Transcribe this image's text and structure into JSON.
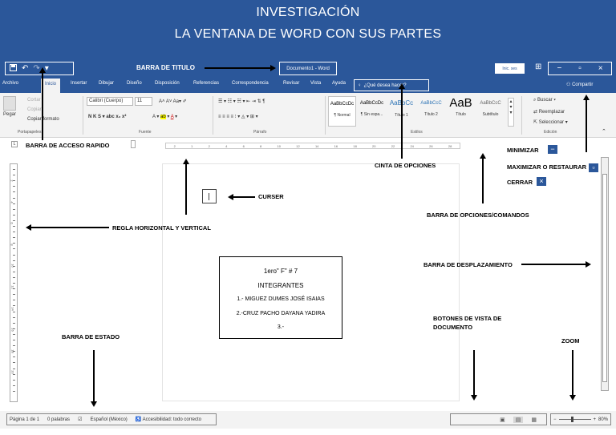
{
  "heading": {
    "line1": "INVESTIGACIÓN",
    "line2": "LA VENTANA DE WORD CON SUS PARTES"
  },
  "titlebar": {
    "qat_icons": [
      "save-icon",
      "undo-icon",
      "redo-icon",
      "customize-icon"
    ],
    "annotation": "BARRA DE TITULO",
    "document_name": "Documento1 - Word",
    "signin": "Inic. ses",
    "window_controls": [
      "−",
      "▫",
      "×"
    ]
  },
  "tabs": [
    {
      "label": "Archivo",
      "active": false
    },
    {
      "label": "Inicio",
      "active": true
    },
    {
      "label": "Insertar",
      "active": false
    },
    {
      "label": "Dibujar",
      "active": false
    },
    {
      "label": "Diseño",
      "active": false
    },
    {
      "label": "Disposición",
      "active": false
    },
    {
      "label": "Referencias",
      "active": false
    },
    {
      "label": "Correspondencia",
      "active": false
    },
    {
      "label": "Revisar",
      "active": false
    },
    {
      "label": "Vista",
      "active": false
    },
    {
      "label": "Ayuda",
      "active": false
    }
  ],
  "tellme": "¿Qué desea hacer?",
  "share": "Compartir",
  "ribbon": {
    "clipboard": {
      "paste": "Pegar",
      "cut": "Cortar",
      "copy": "Copiar",
      "format": "Copiar formato",
      "label": "Portapapeles"
    },
    "font": {
      "family": "Calibri (Cuerpo)",
      "size": "11",
      "label": "Fuente"
    },
    "paragraph": {
      "label": "Párrafo"
    },
    "styles": {
      "label": "Estilos",
      "items": [
        {
          "sample": "AaBbCcDc",
          "name": "¶ Normal"
        },
        {
          "sample": "AaBbCcDc",
          "name": "¶ Sin espa..."
        },
        {
          "sample": "AaBbCc",
          "name": "Título 1"
        },
        {
          "sample": "AaBbCcC",
          "name": "Título 2"
        },
        {
          "sample": "AaB",
          "name": "Título"
        },
        {
          "sample": "AaBbCcC",
          "name": "Subtítulo"
        }
      ]
    },
    "editing": {
      "find": "Buscar",
      "replace": "Reemplazar",
      "select": "Seleccionar",
      "label": "Edición"
    }
  },
  "ruler_numbers": [
    "2",
    "1",
    "2",
    "4",
    "6",
    "8",
    "10",
    "12",
    "14",
    "16",
    "18",
    "20",
    "22",
    "24",
    "26",
    "28"
  ],
  "vruler_numbers": [
    "2",
    "4",
    "6",
    "8",
    "10",
    "12",
    "14",
    "16",
    "18",
    "20"
  ],
  "document": {
    "line1": "1ero\" F\" # 7",
    "line2": "INTEGRANTES",
    "line3": "1.- MIGUEZ DUMES JOSÉ ISAIAS",
    "line4": "2.-CRUZ PACHO DAYANA YADIRA",
    "line5": "3.-"
  },
  "annotations": {
    "qat": "BARRA DE ACCESO RAPIDO",
    "ribbon": "CINTA DE OPCIONES",
    "minimize": "MINIMIZAR",
    "maximize": "MAXIMIZAR O RESTAURAR",
    "close": "CERRAR",
    "cursor": "CURSER",
    "rulers": "REGLA HORIZONTAL Y VERTICAL",
    "options": "BARRA DE OPCIONES/COMANDOS",
    "scroll": "BARRA DE DESPLAZAMIENTO",
    "status": "BARRA DE ESTADO",
    "viewbuttons": "BOTONES DE VISTA DE DOCUMENTO",
    "zoom": "ZOOM"
  },
  "statusbar": {
    "page": "Página 1 de 1",
    "words": "0 palabras",
    "language": "Español (México)",
    "accessibility": "Accesibilidad: todo correcto",
    "zoom": "80%"
  },
  "colors": {
    "accent": "#2b579a",
    "ribbon_bg": "#f3f3f3"
  }
}
